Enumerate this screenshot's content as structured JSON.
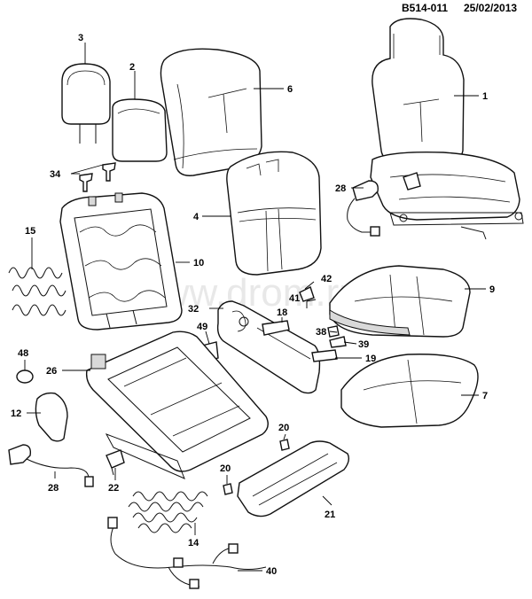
{
  "header": {
    "ref": "B514-011",
    "date": "25/02/2013"
  },
  "watermark": "www.drom.ru",
  "callouts": {
    "c1": "1",
    "c2": "2",
    "c3": "3",
    "c4": "4",
    "c6": "6",
    "c7": "7",
    "c9": "9",
    "c10": "10",
    "c12": "12",
    "c14": "14",
    "c15": "15",
    "c18": "18",
    "c19": "19",
    "c20a": "20",
    "c20b": "20",
    "c21": "21",
    "c22": "22",
    "c26": "26",
    "c28a": "28",
    "c28b": "28",
    "c32": "32",
    "c34": "34",
    "c38": "38",
    "c39": "39",
    "c40": "40",
    "c41": "41",
    "c42": "42",
    "c48": "48",
    "c49": "49"
  }
}
